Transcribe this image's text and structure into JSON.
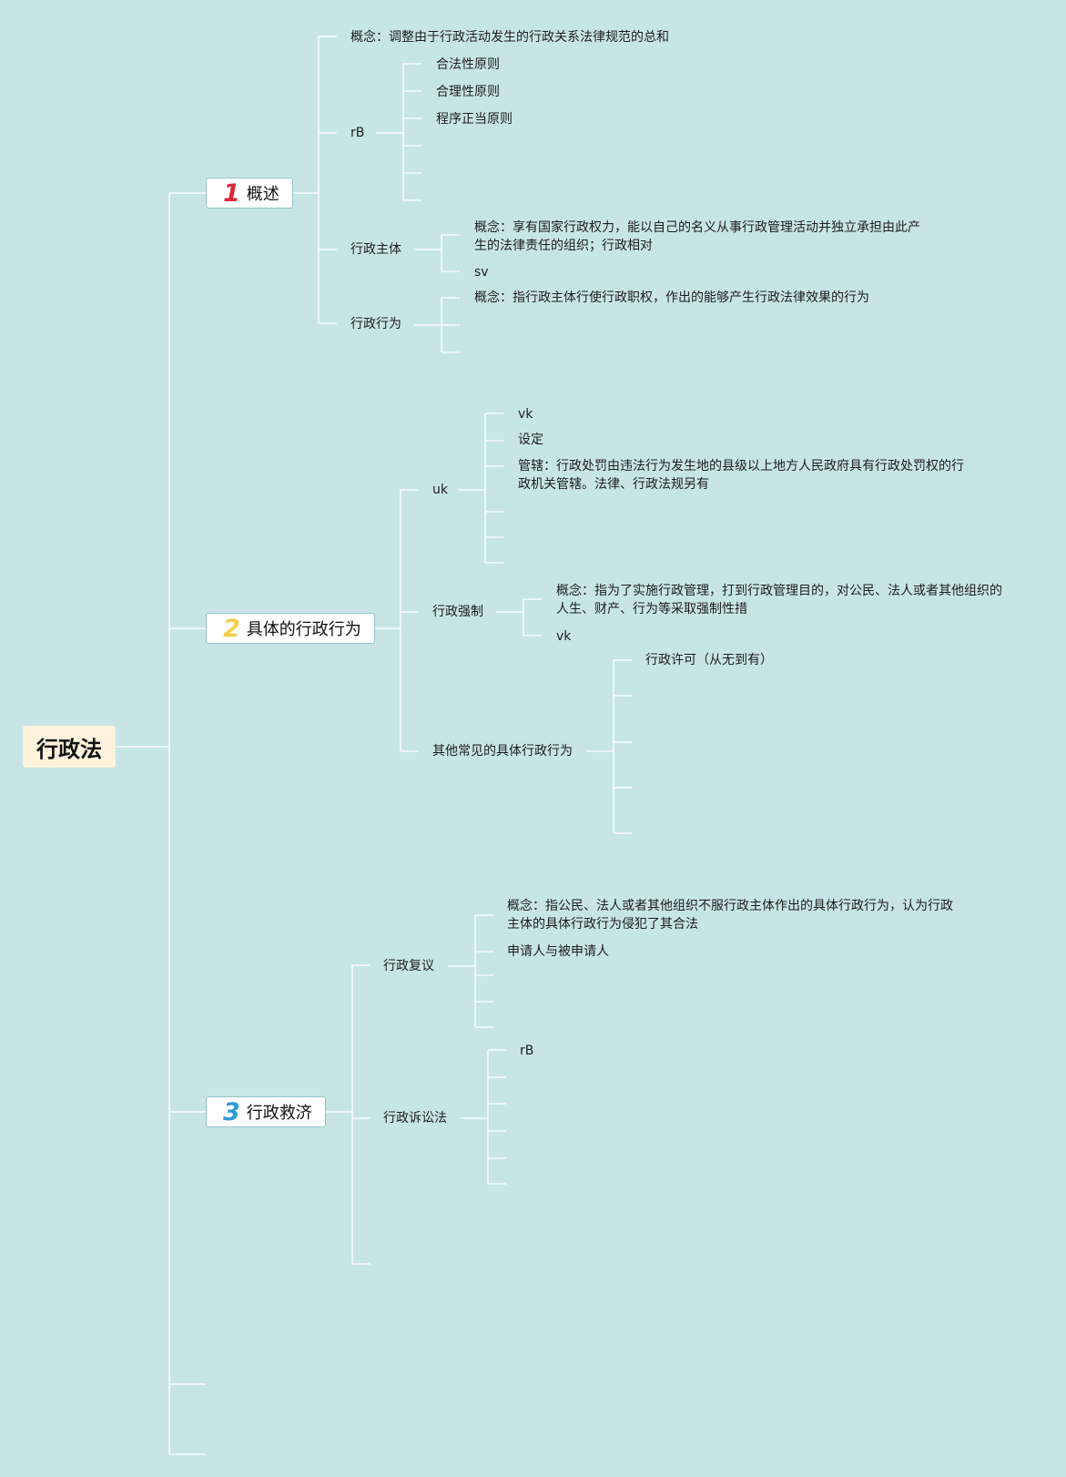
{
  "root": {
    "label": "行政法"
  },
  "colors": {
    "background": "#c8e5e6",
    "num1": "#d92b3a",
    "num2": "#f3cf4a",
    "num3": "#2f9bd6"
  },
  "topics": [
    {
      "num": "1",
      "label": "概述"
    },
    {
      "num": "2",
      "label": "具体的行政行为"
    },
    {
      "num": "3",
      "label": "行政救济"
    }
  ],
  "overview": {
    "concept": "概念：调整由于行政活动发生的行政关系法律规范的总和",
    "principles": {
      "label": "rB",
      "items": [
        "合法性原则",
        "合理性原则",
        "程序正当原则"
      ]
    },
    "subject": {
      "label": "行政主体",
      "concept": "概念：享有国家行政权力，能以自己的名义从事行政管理活动并独立承担由此产生的法律责任的组织；行政相对",
      "extra": "sv"
    },
    "act": {
      "label": "行政行为",
      "concept": "概念：指行政主体行使行政职权，作出的能够产生行政法律效果的行为"
    }
  },
  "concrete": {
    "penalty": {
      "label": "uk",
      "items": [
        "vk",
        "设定",
        "管辖：行政处罚由违法行为发生地的县级以上地方人民政府具有行政处罚权的行政机关管辖。法律、行政法规另有"
      ]
    },
    "coercion": {
      "label": "行政强制",
      "concept": "概念：指为了实施行政管理，打到行政管理目的，对公民、法人或者其他组织的人生、财产、行为等采取强制性措",
      "extra": "vk"
    },
    "others": {
      "label": "其他常见的具体行政行为",
      "items": [
        "行政许可（从无到有）"
      ]
    }
  },
  "remedy": {
    "review": {
      "label": "行政复议",
      "concept": "概念：指公民、法人或者其他组织不服行政主体作出的具体行政行为，认为行政主体的具体行政行为侵犯了其合法",
      "parties": "申请人与被申请人"
    },
    "litigation": {
      "label": "行政诉讼法",
      "items": [
        "rB"
      ]
    }
  }
}
